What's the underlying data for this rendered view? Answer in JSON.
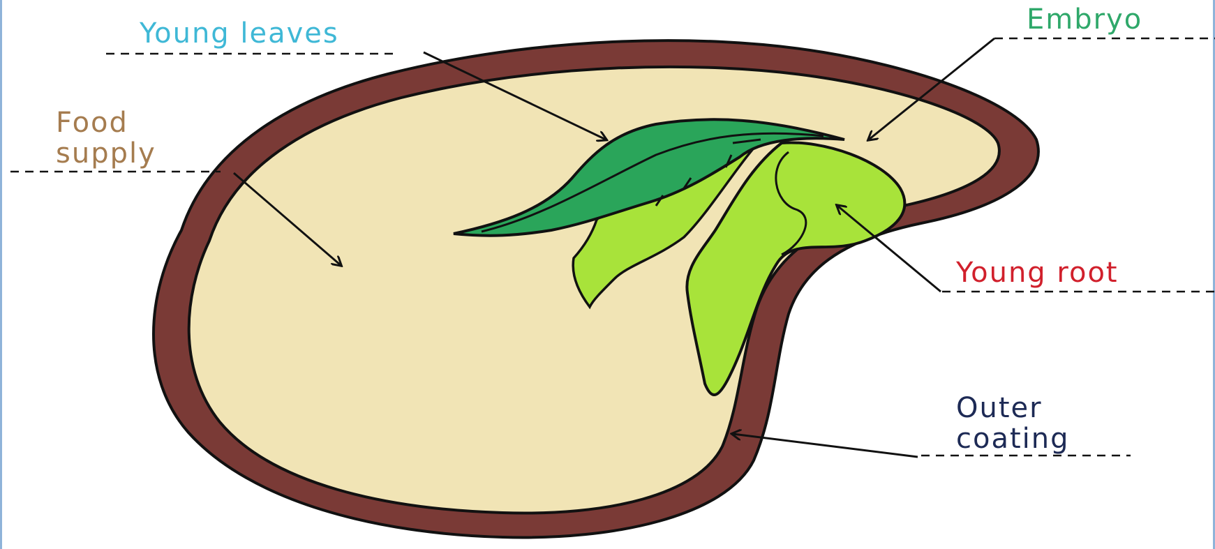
{
  "labels": {
    "young_leaves": "Young leaves",
    "embryo": "Embryo",
    "food_supply": "Food\nsupply",
    "young_root": "Young root",
    "outer_coating": "Outer\ncoating"
  },
  "colors": {
    "young_leaves": "#3fb8d6",
    "embryo": "#2fa86a",
    "food_supply": "#a57c4f",
    "young_root": "#d1202c",
    "outer_coating": "#1d2a55",
    "seed_coat": "#7a3a36",
    "food_tissue": "#f1e4b5",
    "leaf_dark": "#2aa55a",
    "leaf_light": "#a8e33a",
    "outline": "#111111"
  },
  "icons": {
    "pointer": "arrow-icon"
  }
}
